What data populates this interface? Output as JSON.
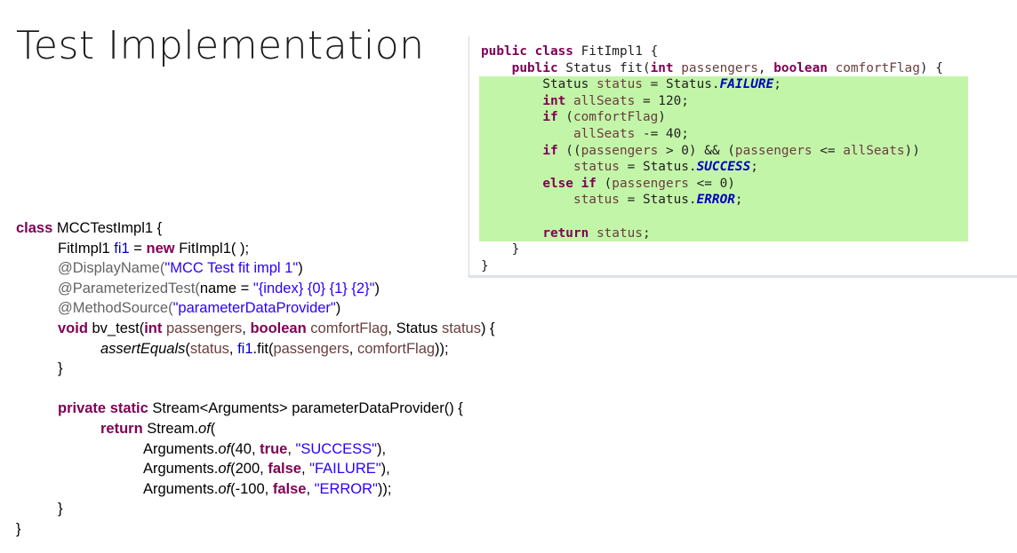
{
  "slide": {
    "title": "Test Implementation"
  },
  "fit_code_panel": {
    "coverage_color": "#c3f5a9",
    "lines": [
      {
        "covered": false,
        "segments": [
          {
            "t": "public class",
            "c": "kw"
          },
          {
            "t": " FitImpl1 {",
            "c": ""
          }
        ]
      },
      {
        "covered": false,
        "segments": [
          {
            "t": "    ",
            "c": ""
          },
          {
            "t": "public",
            "c": "kw"
          },
          {
            "t": " Status fit(",
            "c": ""
          },
          {
            "t": "int",
            "c": "kw"
          },
          {
            "t": " passengers",
            "c": "vr"
          },
          {
            "t": ", ",
            "c": ""
          },
          {
            "t": "boolean",
            "c": "kw"
          },
          {
            "t": " comfortFlag",
            "c": "vr"
          },
          {
            "t": ") {",
            "c": ""
          }
        ]
      },
      {
        "covered": true,
        "segments": [
          {
            "t": "        Status ",
            "c": ""
          },
          {
            "t": "status",
            "c": "vr"
          },
          {
            "t": " = Status.",
            "c": ""
          },
          {
            "t": "FAILURE",
            "c": "sfld"
          },
          {
            "t": ";",
            "c": ""
          }
        ]
      },
      {
        "covered": true,
        "segments": [
          {
            "t": "        ",
            "c": ""
          },
          {
            "t": "int",
            "c": "kw"
          },
          {
            "t": " allSeats",
            "c": "vr"
          },
          {
            "t": " = 120;",
            "c": ""
          }
        ]
      },
      {
        "covered": true,
        "segments": [
          {
            "t": "        ",
            "c": ""
          },
          {
            "t": "if",
            "c": "kw"
          },
          {
            "t": " (",
            "c": ""
          },
          {
            "t": "comfortFlag",
            "c": "vr"
          },
          {
            "t": ")",
            "c": ""
          }
        ]
      },
      {
        "covered": true,
        "segments": [
          {
            "t": "            ",
            "c": ""
          },
          {
            "t": "allSeats",
            "c": "vr"
          },
          {
            "t": " -= 40;",
            "c": ""
          }
        ]
      },
      {
        "covered": true,
        "segments": [
          {
            "t": "        ",
            "c": ""
          },
          {
            "t": "if",
            "c": "kw"
          },
          {
            "t": " ((",
            "c": ""
          },
          {
            "t": "passengers",
            "c": "vr"
          },
          {
            "t": " > 0) && (",
            "c": ""
          },
          {
            "t": "passengers",
            "c": "vr"
          },
          {
            "t": " <= ",
            "c": ""
          },
          {
            "t": "allSeats",
            "c": "vr"
          },
          {
            "t": "))",
            "c": ""
          }
        ]
      },
      {
        "covered": true,
        "segments": [
          {
            "t": "            ",
            "c": ""
          },
          {
            "t": "status",
            "c": "vr"
          },
          {
            "t": " = Status.",
            "c": ""
          },
          {
            "t": "SUCCESS",
            "c": "sfld"
          },
          {
            "t": ";",
            "c": ""
          }
        ]
      },
      {
        "covered": true,
        "segments": [
          {
            "t": "        ",
            "c": ""
          },
          {
            "t": "else if",
            "c": "kw"
          },
          {
            "t": " (",
            "c": ""
          },
          {
            "t": "passengers",
            "c": "vr"
          },
          {
            "t": " <= 0)",
            "c": ""
          }
        ]
      },
      {
        "covered": true,
        "segments": [
          {
            "t": "            ",
            "c": ""
          },
          {
            "t": "status",
            "c": "vr"
          },
          {
            "t": " = Status.",
            "c": ""
          },
          {
            "t": "ERROR",
            "c": "sfld"
          },
          {
            "t": ";",
            "c": ""
          }
        ]
      },
      {
        "covered": true,
        "segments": [
          {
            "t": " ",
            "c": ""
          }
        ]
      },
      {
        "covered": true,
        "segments": [
          {
            "t": "        ",
            "c": ""
          },
          {
            "t": "return",
            "c": "kw"
          },
          {
            "t": " status",
            "c": "vr"
          },
          {
            "t": ";",
            "c": ""
          }
        ]
      },
      {
        "covered": false,
        "segments": [
          {
            "t": "    }",
            "c": ""
          }
        ]
      },
      {
        "covered": false,
        "segments": [
          {
            "t": "}",
            "c": ""
          }
        ]
      }
    ]
  },
  "test_code": {
    "lines": [
      {
        "indent": 0,
        "segments": [
          {
            "t": "class",
            "c": "jk"
          },
          {
            "t": " MCCTestImpl1 {",
            "c": ""
          }
        ]
      },
      {
        "indent": 1,
        "segments": [
          {
            "t": "FitImpl1 ",
            "c": ""
          },
          {
            "t": "fi1",
            "c": "jf"
          },
          {
            "t": " = ",
            "c": ""
          },
          {
            "t": "new",
            "c": "jk"
          },
          {
            "t": " FitImpl1( );",
            "c": ""
          }
        ]
      },
      {
        "indent": 1,
        "segments": [
          {
            "t": "@DisplayName(",
            "c": "jan"
          },
          {
            "t": "\"MCC Test fit impl 1\"",
            "c": "js"
          },
          {
            "t": ")",
            "c": ""
          }
        ]
      },
      {
        "indent": 1,
        "segments": [
          {
            "t": "@ParameterizedTest(",
            "c": "jan"
          },
          {
            "t": "name = ",
            "c": ""
          },
          {
            "t": "\"{index} {0} {1} {2}\"",
            "c": "js"
          },
          {
            "t": ")",
            "c": ""
          }
        ]
      },
      {
        "indent": 1,
        "segments": [
          {
            "t": "@MethodSource(",
            "c": "jan"
          },
          {
            "t": "\"parameterDataProvider\"",
            "c": "js"
          },
          {
            "t": ")",
            "c": ""
          }
        ]
      },
      {
        "indent": 1,
        "segments": [
          {
            "t": "void",
            "c": "jk"
          },
          {
            "t": " bv_test(",
            "c": ""
          },
          {
            "t": "int",
            "c": "jk"
          },
          {
            "t": " passengers",
            "c": "jv"
          },
          {
            "t": ", ",
            "c": ""
          },
          {
            "t": "boolean",
            "c": "jk"
          },
          {
            "t": " comfortFlag",
            "c": "jv"
          },
          {
            "t": ", Status ",
            "c": ""
          },
          {
            "t": "status",
            "c": "jv"
          },
          {
            "t": ") {",
            "c": ""
          }
        ]
      },
      {
        "indent": 2,
        "segments": [
          {
            "t": "assertEquals",
            "c": "it"
          },
          {
            "t": "(",
            "c": ""
          },
          {
            "t": "status",
            "c": "jv"
          },
          {
            "t": ", ",
            "c": ""
          },
          {
            "t": "fi1",
            "c": "jf"
          },
          {
            "t": ".fit(",
            "c": ""
          },
          {
            "t": "passengers",
            "c": "jv"
          },
          {
            "t": ", ",
            "c": ""
          },
          {
            "t": "comfortFlag",
            "c": "jv"
          },
          {
            "t": "));",
            "c": ""
          }
        ]
      },
      {
        "indent": 1,
        "segments": [
          {
            "t": "}",
            "c": ""
          }
        ]
      },
      {
        "indent": 0,
        "segments": [
          {
            "t": " ",
            "c": ""
          }
        ]
      },
      {
        "indent": 1,
        "segments": [
          {
            "t": "private",
            "c": "jk"
          },
          {
            "t": " ",
            "c": ""
          },
          {
            "t": "static",
            "c": "jk"
          },
          {
            "t": " Stream<Arguments> parameterDataProvider() {",
            "c": ""
          }
        ]
      },
      {
        "indent": 2,
        "segments": [
          {
            "t": "return",
            "c": "jk"
          },
          {
            "t": " Stream.",
            "c": ""
          },
          {
            "t": "of",
            "c": "it"
          },
          {
            "t": "(",
            "c": ""
          }
        ]
      },
      {
        "indent": 3,
        "segments": [
          {
            "t": "Arguments.",
            "c": ""
          },
          {
            "t": "of",
            "c": "it"
          },
          {
            "t": "(40, ",
            "c": ""
          },
          {
            "t": "true",
            "c": "jk"
          },
          {
            "t": ", ",
            "c": ""
          },
          {
            "t": "\"SUCCESS\"",
            "c": "js"
          },
          {
            "t": "),",
            "c": ""
          }
        ]
      },
      {
        "indent": 3,
        "segments": [
          {
            "t": "Arguments.",
            "c": ""
          },
          {
            "t": "of",
            "c": "it"
          },
          {
            "t": "(200, ",
            "c": ""
          },
          {
            "t": "false",
            "c": "jk"
          },
          {
            "t": ", ",
            "c": ""
          },
          {
            "t": "\"FAILURE\"",
            "c": "js"
          },
          {
            "t": "),",
            "c": ""
          }
        ]
      },
      {
        "indent": 3,
        "segments": [
          {
            "t": "Arguments.",
            "c": ""
          },
          {
            "t": "of",
            "c": "it"
          },
          {
            "t": "(-100, ",
            "c": ""
          },
          {
            "t": "false",
            "c": "jk"
          },
          {
            "t": ", ",
            "c": ""
          },
          {
            "t": "\"ERROR\"",
            "c": "js"
          },
          {
            "t": "));",
            "c": ""
          }
        ]
      },
      {
        "indent": 1,
        "segments": [
          {
            "t": "}",
            "c": ""
          }
        ]
      },
      {
        "indent": 0,
        "segments": [
          {
            "t": "}",
            "c": ""
          }
        ]
      }
    ]
  }
}
